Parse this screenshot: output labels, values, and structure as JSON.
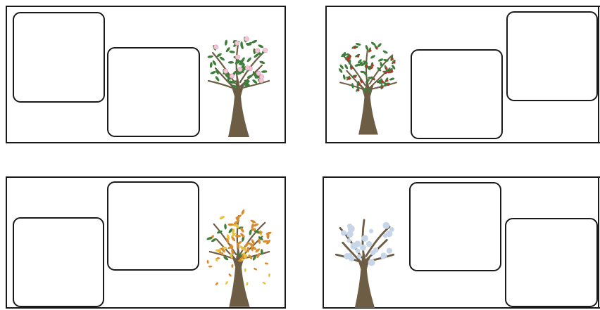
{
  "colors": {
    "line": "#1a1a1a",
    "trunk": "#6e5d45",
    "leaf": "#3f7d3a",
    "blossom": "#f2c6d6",
    "berry": "#c0302e",
    "autumn_leaf": "#d98a2b",
    "autumn_leaf_alt": "#e8c23a",
    "snow": "#c6d6e8"
  },
  "panels": [
    {
      "season": "spring",
      "tree_icon": "blossom-tree-icon",
      "answer_boxes": 2
    },
    {
      "season": "summer",
      "tree_icon": "fruit-tree-icon",
      "answer_boxes": 2
    },
    {
      "season": "autumn",
      "tree_icon": "autumn-tree-icon",
      "answer_boxes": 2
    },
    {
      "season": "winter",
      "tree_icon": "snowy-tree-icon",
      "answer_boxes": 2
    }
  ]
}
